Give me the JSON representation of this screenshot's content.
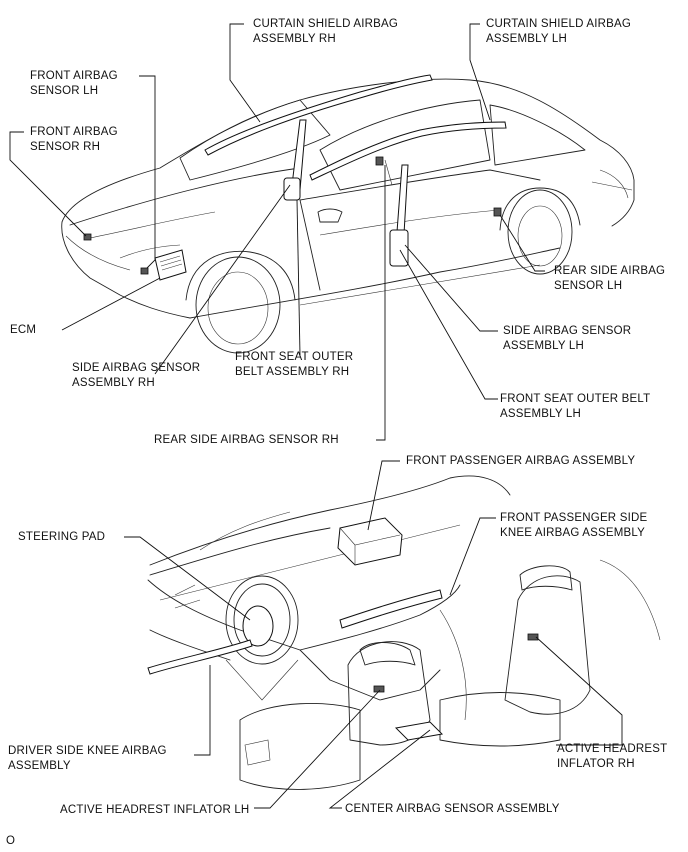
{
  "labels": {
    "curtain_rh": [
      "CURTAIN SHIELD AIRBAG",
      "ASSEMBLY RH"
    ],
    "curtain_lh": [
      "CURTAIN SHIELD AIRBAG",
      "ASSEMBLY LH"
    ],
    "front_sensor_lh": [
      "FRONT AIRBAG",
      "SENSOR LH"
    ],
    "front_sensor_rh": [
      "FRONT AIRBAG",
      "SENSOR RH"
    ],
    "rear_side_sensor_lh": [
      "REAR SIDE AIRBAG",
      "SENSOR LH"
    ],
    "ecm": [
      "ECM"
    ],
    "side_sensor_lh": [
      "SIDE AIRBAG SENSOR",
      "ASSEMBLY LH"
    ],
    "side_sensor_rh": [
      "SIDE AIRBAG SENSOR",
      "ASSEMBLY RH"
    ],
    "seat_belt_rh": [
      "FRONT SEAT OUTER",
      "BELT ASSEMBLY RH"
    ],
    "seat_belt_lh": [
      "FRONT SEAT OUTER BELT",
      "ASSEMBLY LH"
    ],
    "rear_side_sensor_rh": [
      "REAR SIDE AIRBAG SENSOR RH"
    ],
    "front_passenger_airbag": [
      "FRONT PASSENGER AIRBAG ASSEMBLY"
    ],
    "front_passenger_knee": [
      "FRONT PASSENGER SIDE",
      "KNEE AIRBAG ASSEMBLY"
    ],
    "steering_pad": [
      "STEERING PAD"
    ],
    "driver_knee": [
      "DRIVER SIDE KNEE AIRBAG",
      "ASSEMBLY"
    ],
    "headrest_rh": [
      "ACTIVE HEADREST",
      "INFLATOR RH"
    ],
    "headrest_lh": [
      "ACTIVE HEADREST INFLATOR LH"
    ],
    "center_sensor": [
      "CENTER AIRBAG SENSOR ASSEMBLY"
    ]
  },
  "footer": {
    "code": "O"
  }
}
